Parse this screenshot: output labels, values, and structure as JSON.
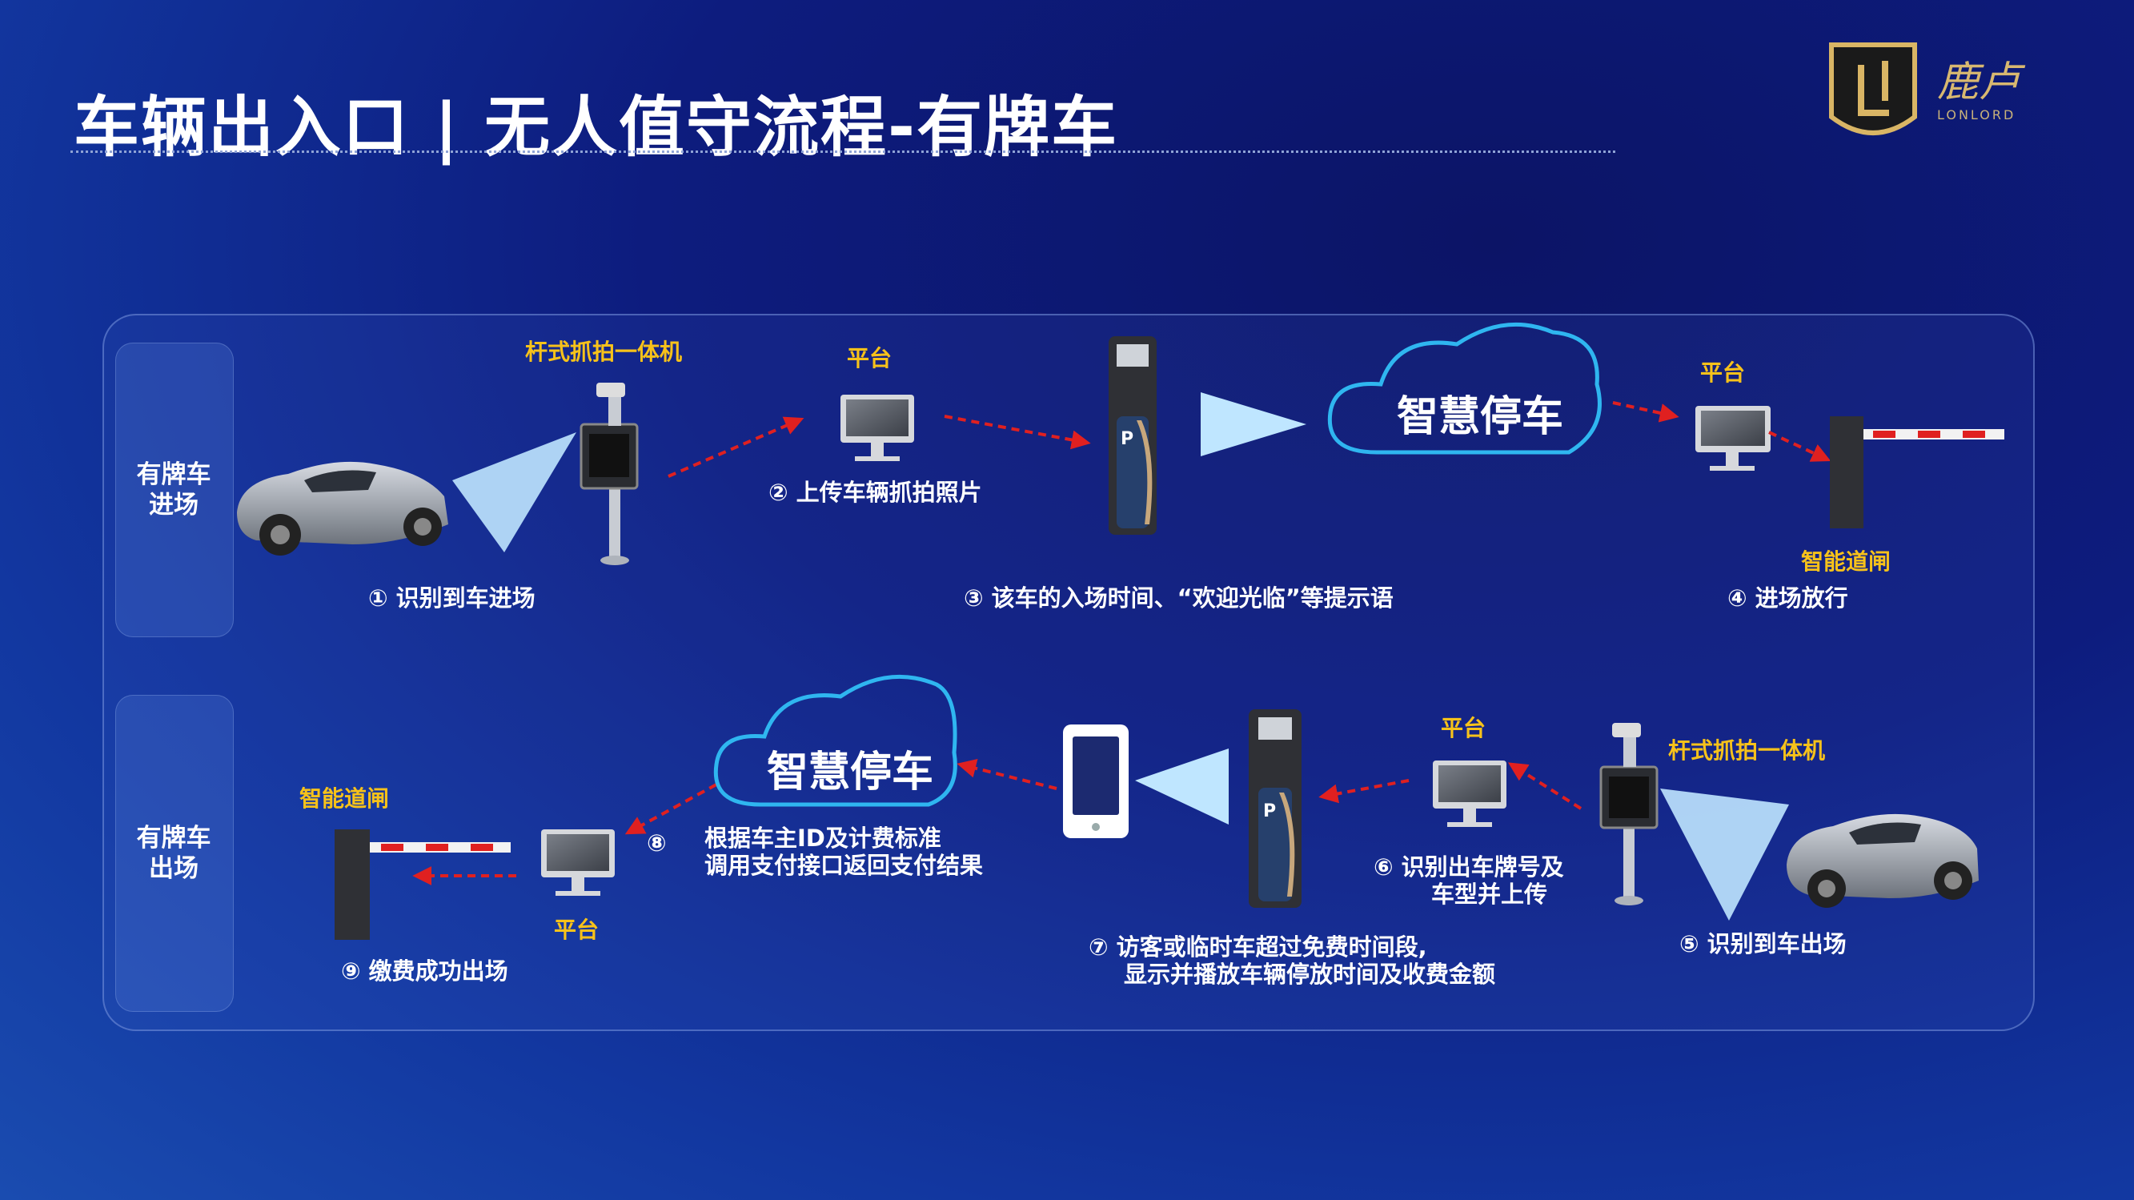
{
  "header": {
    "title": "车辆出入口 | 无人值守流程-有牌车",
    "logo_text": "鹿卢",
    "logo_sub": "LONLORD"
  },
  "colors": {
    "accent_yellow": "#f7c21a",
    "arrow_red": "#e02020",
    "cloud_outline": "#2fb6f0",
    "beam_blue": "#bfe6ff"
  },
  "rows": {
    "entry": {
      "label": "有牌车\n进场",
      "label_line1": "有牌车",
      "label_line2": "进场",
      "camera_title": "杆式抓拍一体机",
      "platform1_title": "平台",
      "step1": "① 识别到车进场",
      "step2": "② 上传车辆抓拍照片",
      "step3": "③ 该车的入场时间、“欢迎光临”等提示语",
      "cloud": "智慧停车",
      "platform2_title": "平台",
      "gate_title": "智能道闸",
      "step4": "④ 进场放行"
    },
    "exit": {
      "label_line1": "有牌车",
      "label_line2": "出场",
      "gate_title": "智能道闸",
      "platform_title": "平台",
      "step9": "⑨ 缴费成功出场",
      "cloud": "智慧停车",
      "step8_num": "⑧",
      "step8_line1": "根据车主ID及计费标准",
      "step8_line2": "调用支付接口返回支付结果",
      "step7_line1": "⑦ 访客或临时车超过免费时间段,",
      "step7_line2": "显示并播放车辆停放时间及收费金额",
      "platform2_title": "平台",
      "step6_line1": "⑥ 识别出车牌号及",
      "step6_line2": "车型并上传",
      "camera_title": "杆式抓拍一体机",
      "step5": "⑤ 识别到车出场"
    }
  }
}
